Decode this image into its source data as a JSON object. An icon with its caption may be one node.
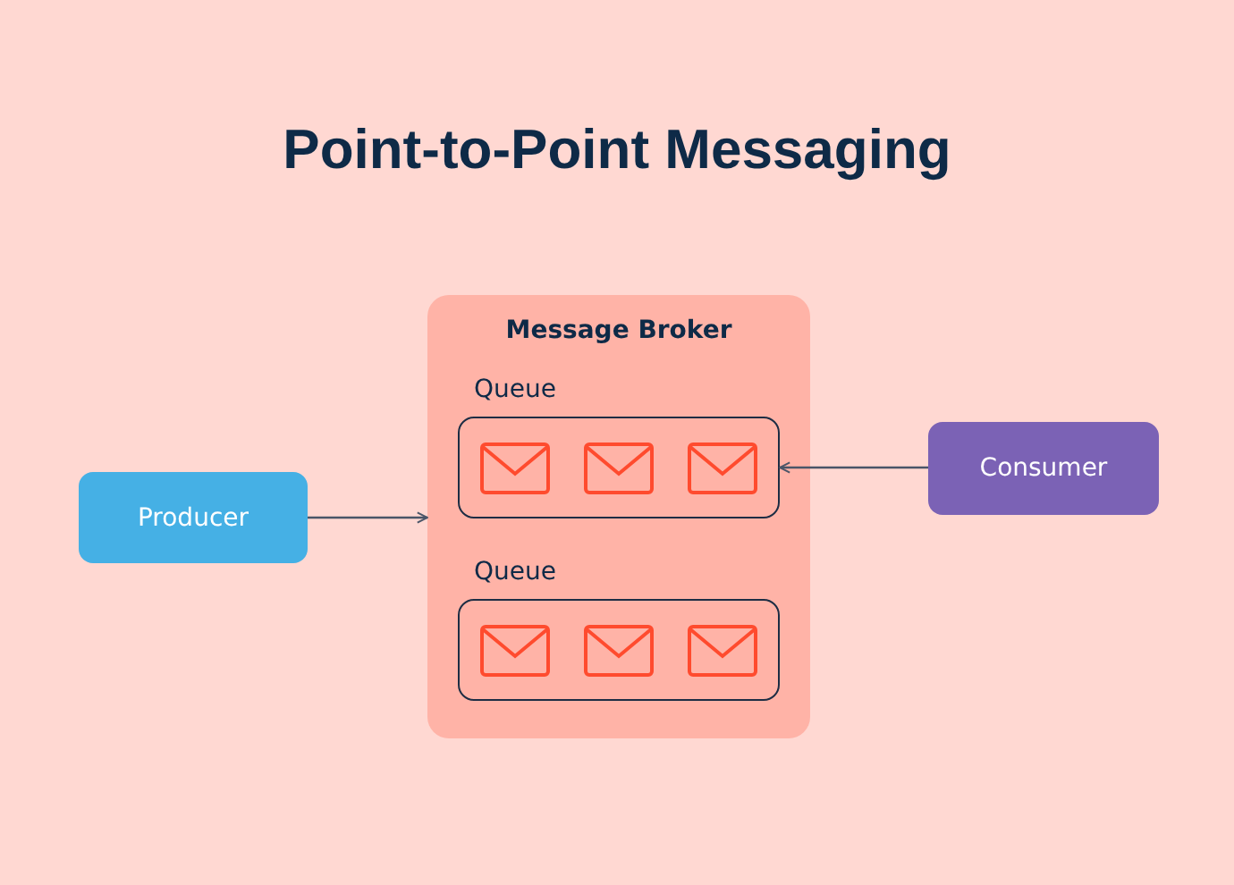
{
  "diagram": {
    "title": "Point-to-Point Messaging",
    "nodes": [
      {
        "text": [
          "Producer"
        ]
      },
      {
        "text": [
          "Message Broker"
        ]
      },
      {
        "text": [
          "Queue"
        ],
        "in": 1
      },
      {
        "text": [
          "Queue"
        ],
        "in": 1
      },
      {
        "text": [
          "Consumer"
        ]
      }
    ],
    "edges": [
      {
        "from": 0,
        "to": 1,
        "arrow": "to"
      },
      {
        "from": 4,
        "to": 2,
        "arrow": "to"
      }
    ]
  }
}
